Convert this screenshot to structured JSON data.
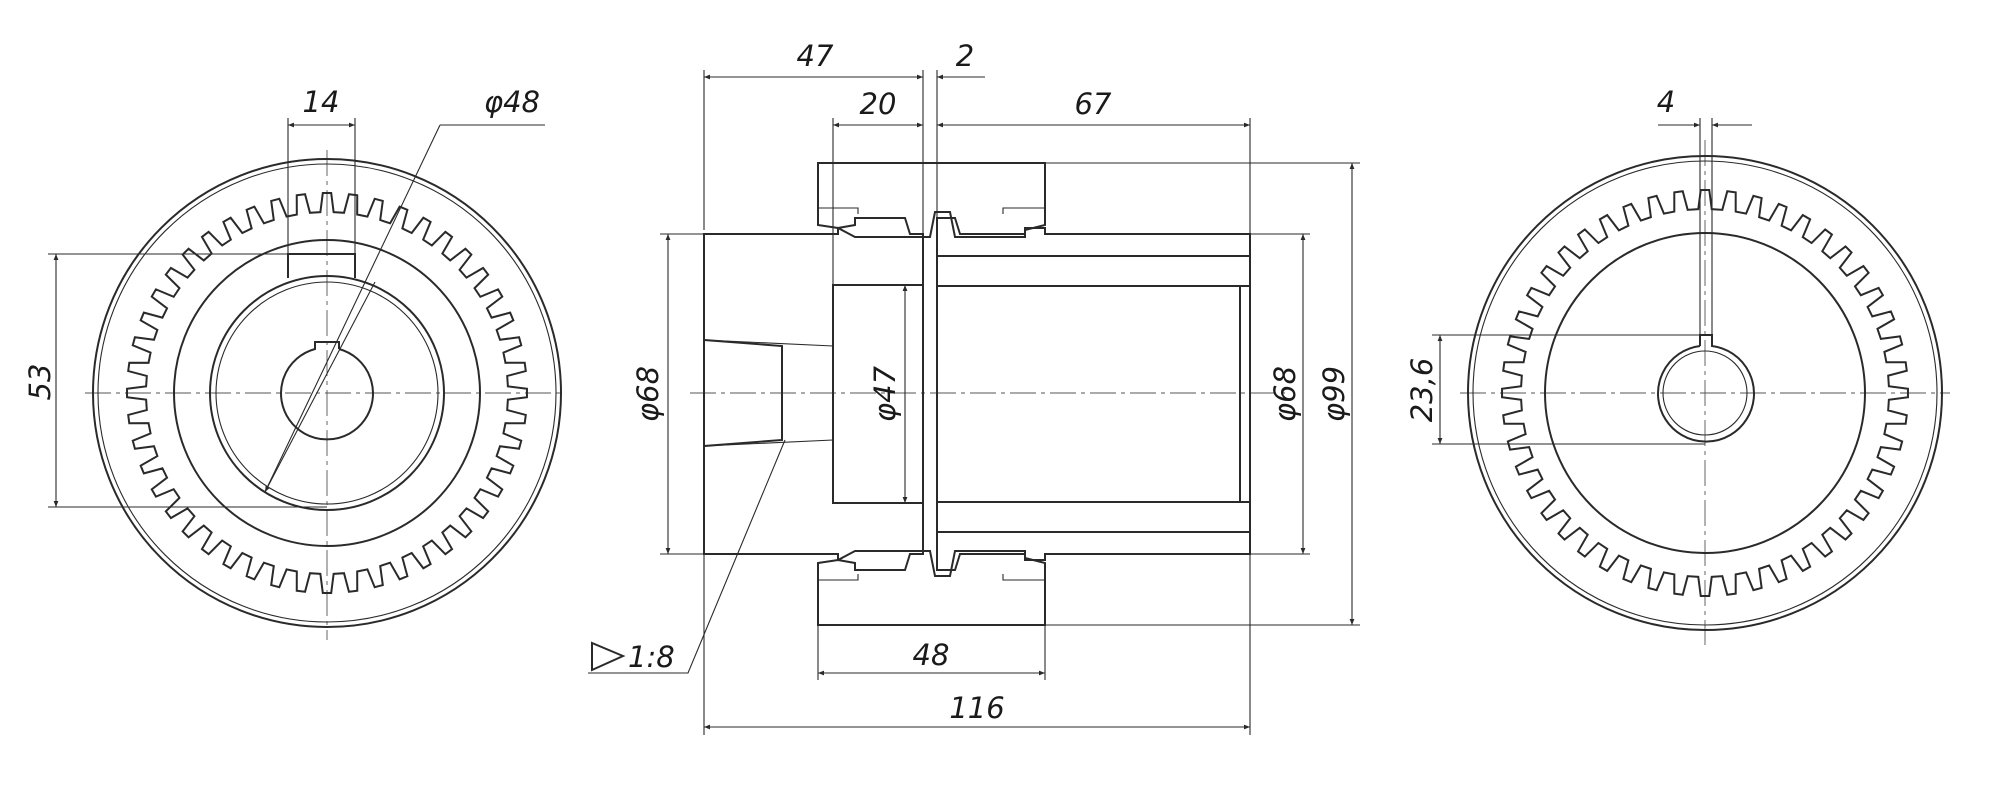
{
  "dimensions": {
    "left_view": {
      "key_width": "14",
      "bore_diameter": "φ48",
      "key_height": "53"
    },
    "section": {
      "half_length": "47",
      "gap": "2",
      "bush_length": "20",
      "other_half_length": "67",
      "bore_left": "φ68",
      "inner_bore": "φ47",
      "bore_right": "φ68",
      "outer_diameter": "φ99",
      "sleeve_length": "48",
      "overall_length": "116",
      "taper": "1:8"
    },
    "right_view": {
      "key_width": "4",
      "key_height": "23,6"
    }
  }
}
